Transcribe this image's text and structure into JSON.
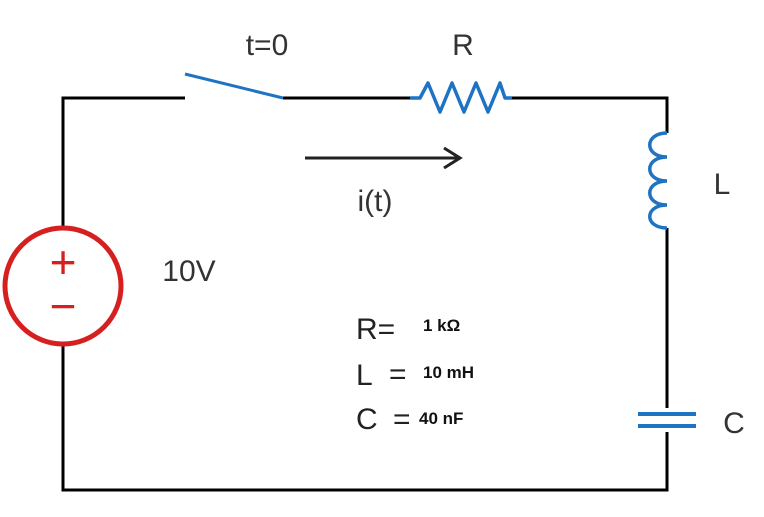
{
  "labels": {
    "switch_time": "t=0",
    "resistor": "R",
    "inductor": "L",
    "capacitor": "C",
    "current": "i(t)",
    "source_voltage": "10V",
    "source_plus": "+",
    "source_minus": "−"
  },
  "parameters": [
    {
      "symbol": "R=",
      "value": "1 kΩ"
    },
    {
      "symbol": "L",
      "eq": "=",
      "value": "10 mH"
    },
    {
      "symbol": "C",
      "eq": "=",
      "value": "40 nF"
    }
  ],
  "colors": {
    "wire": "#000000",
    "component": "#1f73c3",
    "source": "#d62020",
    "text": "#333333"
  }
}
